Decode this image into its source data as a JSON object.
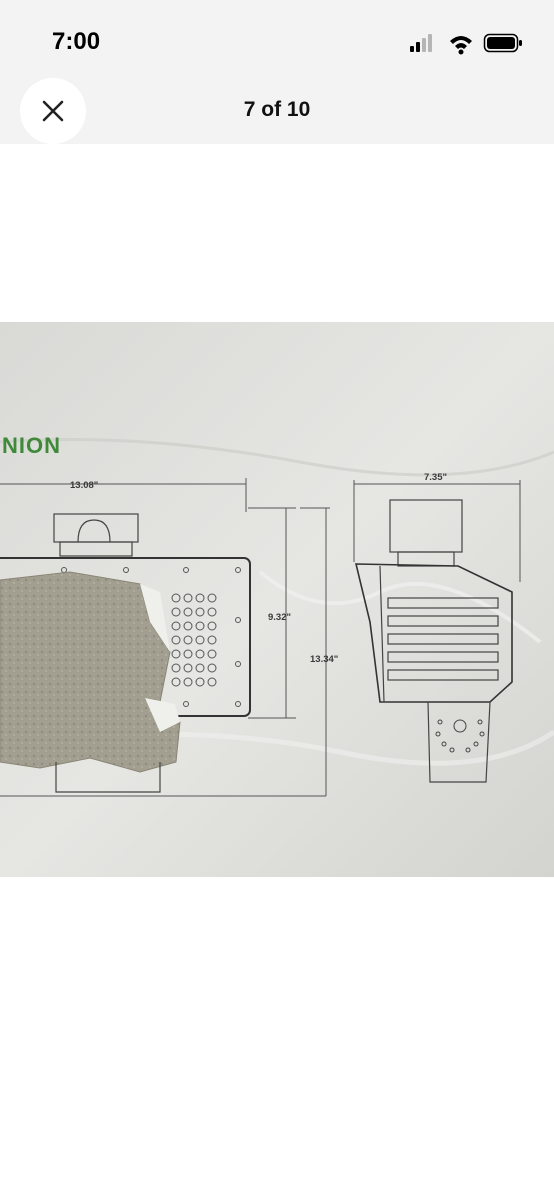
{
  "status_bar": {
    "time": "7:00",
    "icons": [
      "cellular-signal-icon",
      "wifi-icon",
      "battery-icon"
    ]
  },
  "nav": {
    "close_icon": "close-icon",
    "counter": "7 of 10"
  },
  "photo": {
    "brand_text": "NION",
    "dimensions": {
      "front_width": "13.08\"",
      "side_width": "7.35\"",
      "inner_height": "9.32\"",
      "total_height": "13.34\""
    }
  },
  "colors": {
    "bar_background": "#f3f3f3",
    "brand_green": "#3f8a3a"
  }
}
